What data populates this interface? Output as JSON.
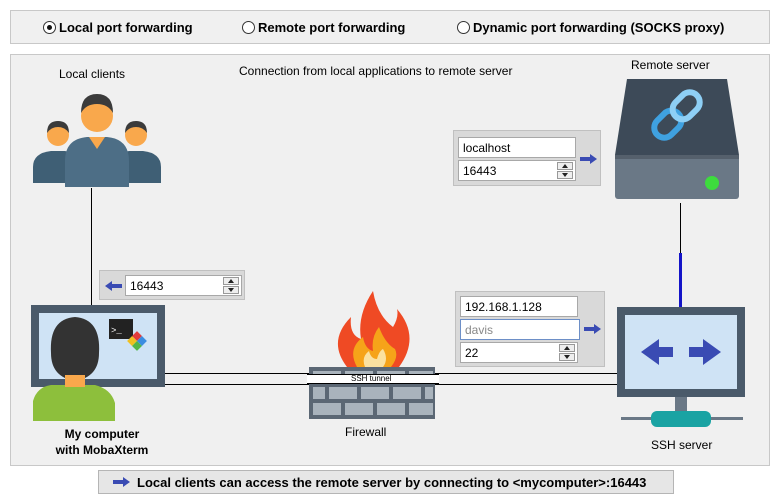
{
  "mode": {
    "options": [
      {
        "label": "Local port forwarding",
        "checked": true
      },
      {
        "label": "Remote port forwarding",
        "checked": false
      },
      {
        "label": "Dynamic port forwarding (SOCKS proxy)",
        "checked": false
      }
    ]
  },
  "diagram": {
    "local_clients_label": "Local clients",
    "connection_label": "Connection from local applications to remote server",
    "remote_server_label": "Remote server",
    "remote_host": "localhost",
    "remote_port": "16443",
    "local_port": "16443",
    "ssh_server_host": "192.168.1.128",
    "ssh_user": "davis",
    "ssh_port": "22",
    "ssh_tunnel_label": "SSH tunnel",
    "firewall_label": "Firewall",
    "my_computer_label_line1": "My computer",
    "my_computer_label_line2": "with MobaXterm",
    "ssh_server_label": "SSH server"
  },
  "footer": {
    "text": "Local clients can access the remote server by connecting to <mycomputer>:16443"
  },
  "colors": {
    "accent_blue": "#3a4bb3",
    "monitor_frame": "#4a5a6a",
    "screen_blue": "#cfe3f5",
    "server_body": "#3d4a58",
    "link_blue": "#3fa1e0",
    "led_green": "#3ddc3d",
    "vertical_link": "#1414c8"
  }
}
